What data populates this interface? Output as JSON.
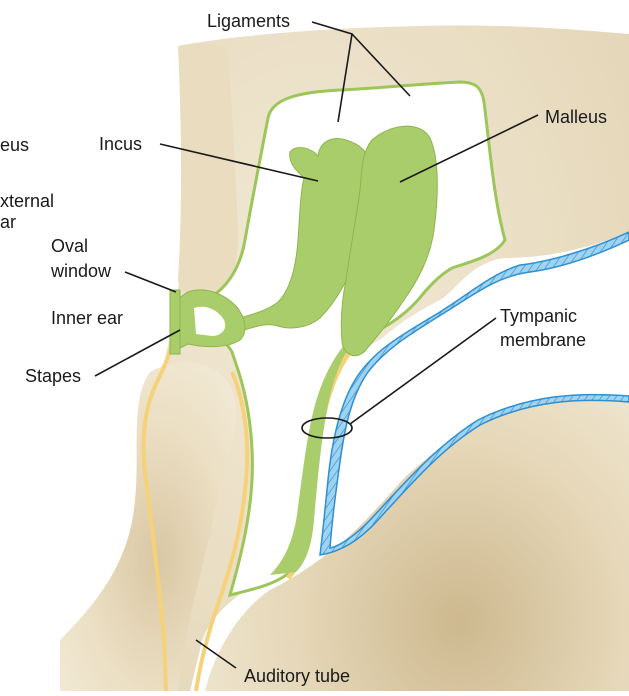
{
  "labels": {
    "ligaments": "Ligaments",
    "malleus": "Malleus",
    "incus": "Incus",
    "malleus_cut": "eus",
    "external_ear_line1": "xternal",
    "external_ear_line2": "ar",
    "oval_window_line1": "Oval",
    "oval_window_line2": "window",
    "inner_ear": "Inner ear",
    "stapes": "Stapes",
    "tympanic_line1": "Tympanic",
    "tympanic_line2": "membrane",
    "auditory_tube": "Auditory tube"
  },
  "colors": {
    "bone": "#efe6cf",
    "bone_shadow": "#d8c8a6",
    "ossicle": "#a9cd6a",
    "ossicle_edge": "#8db64b",
    "membrane": "#8ec9ec",
    "membrane_edge": "#2f8fd0",
    "lining": "#f5d27a"
  }
}
